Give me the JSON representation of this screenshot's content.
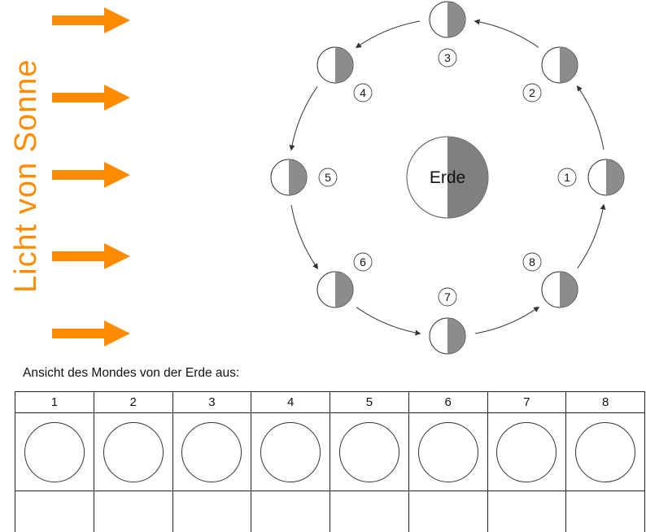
{
  "sun": {
    "label": "Licht von Sonne",
    "color": "#ff8c00"
  },
  "diagram": {
    "earth_label": "Erde",
    "earth_shadow_color": "#808080",
    "moon_shadow_color": "#8c8c8c",
    "orbit_direction": "counterclockwise",
    "moon_labels": [
      "1",
      "2",
      "3",
      "4",
      "5",
      "6",
      "7",
      "8"
    ]
  },
  "answer_section": {
    "caption": "Ansicht des Mondes von der Erde aus:",
    "columns": [
      "1",
      "2",
      "3",
      "4",
      "5",
      "6",
      "7",
      "8"
    ]
  }
}
